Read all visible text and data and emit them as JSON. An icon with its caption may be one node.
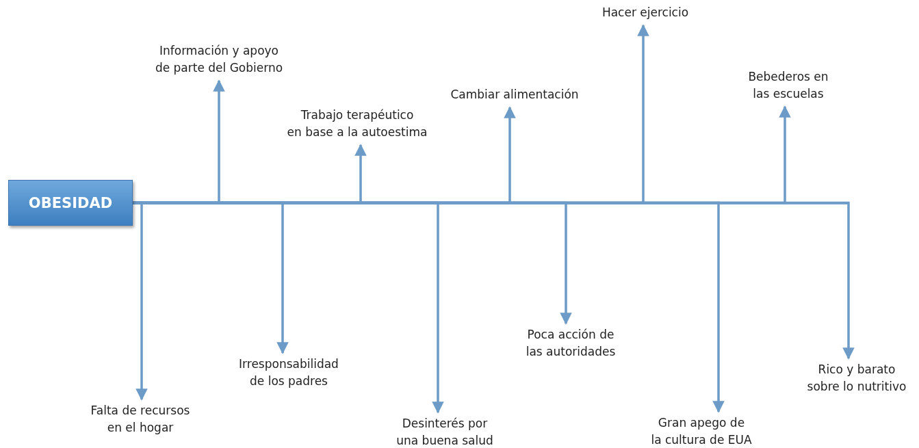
{
  "diagram": {
    "nodes": [
      {
        "text": [
          "OBESIDAD"
        ]
      },
      {
        "text": [
          "Información y apoyo de parte del Gobierno"
        ]
      },
      {
        "text": [
          "Trabajo terapéutico en base a la autoestima"
        ]
      },
      {
        "text": [
          "Cambiar alimentación"
        ]
      },
      {
        "text": [
          "Hacer ejercicio"
        ]
      },
      {
        "text": [
          "Bebederos en las escuelas"
        ]
      },
      {
        "text": [
          "Falta de recursos en el hogar"
        ]
      },
      {
        "text": [
          "Irresponsabilidad de los padres"
        ]
      },
      {
        "text": [
          "Desinterés por una buena salud"
        ]
      },
      {
        "text": [
          "Poca acción de las autoridades"
        ]
      },
      {
        "text": [
          "Gran apego de la cultura de EUA"
        ]
      },
      {
        "text": [
          "Rico y barato sobre lo nutritivo"
        ]
      }
    ],
    "edges": [
      {
        "from": 0,
        "to": 1,
        "arrow": "to"
      },
      {
        "from": 0,
        "to": 2,
        "arrow": "to"
      },
      {
        "from": 0,
        "to": 3,
        "arrow": "to"
      },
      {
        "from": 0,
        "to": 4,
        "arrow": "to"
      },
      {
        "from": 0,
        "to": 5,
        "arrow": "to"
      },
      {
        "from": 0,
        "to": 6,
        "arrow": "to"
      },
      {
        "from": 0,
        "to": 7,
        "arrow": "to"
      },
      {
        "from": 0,
        "to": 8,
        "arrow": "to"
      },
      {
        "from": 0,
        "to": 9,
        "arrow": "to"
      },
      {
        "from": 0,
        "to": 10,
        "arrow": "to"
      },
      {
        "from": 0,
        "to": 11,
        "arrow": "to"
      }
    ]
  }
}
